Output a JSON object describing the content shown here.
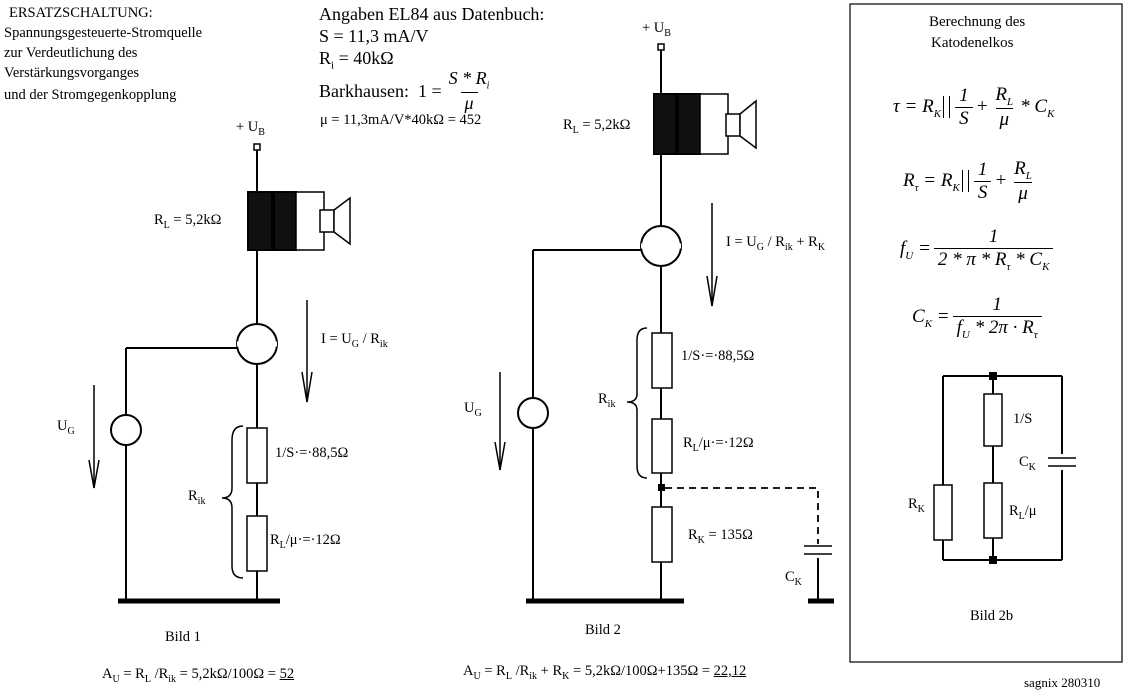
{
  "intro": {
    "title": "ERSATZSCHALTUNG:",
    "lines": [
      "Spannungsgesteuerte-Stromquelle",
      "zur Verdeutlichung des",
      "Verstärkungsvorganges",
      "und der Stromgegenkopplung"
    ]
  },
  "specs": {
    "heading": "Angaben EL84 aus Datenbuch:",
    "s_line": "S = 11,3 mA/V",
    "ri_line": "= 40kΩ",
    "barkhausen_label": "Barkhausen:",
    "barkhausen_lhs": "1 =",
    "barkhausen_num": "S * R",
    "barkhausen_den": "μ",
    "mu_line": "μ = 11,3mA/V*40kΩ = 452"
  },
  "bild1": {
    "supply": "+ U",
    "supply_sub": "B",
    "rl": "= 5,2kΩ",
    "current": "I = U",
    "current_tail": " / R",
    "ug": "U",
    "rs": "1/S·=·88,5Ω",
    "rlmu": "/μ·=·12Ω",
    "rik": "R",
    "caption": "Bild 1",
    "gain_prefix": "A",
    "gain_mid": " = R",
    "gain_mid2": " /R",
    "gain_tail": " = 5,2kΩ/100Ω = ",
    "gain_result": "52"
  },
  "bild2": {
    "supply": "+ U",
    "supply_sub": "B",
    "rl": "= 5,2kΩ",
    "current": "I = U",
    "current_tail": " / R",
    "current_tail2": " + R",
    "ug": "U",
    "rs": "1/S·=·88,5Ω",
    "rlmu": "/μ·=·12Ω",
    "rk": "= 135Ω",
    "rik": "R",
    "ck": "C",
    "caption": "Bild 2",
    "gain_prefix": "A",
    "gain_mid": " = R",
    "gain_mid2": " /R",
    "gain_mid3": " + R",
    "gain_tail": " = 5,2kΩ/100Ω+135Ω = ",
    "gain_result": "22,12"
  },
  "panel": {
    "title_l1": "Berechnung des",
    "title_l2": "Katodenelkos",
    "rs_label": "1/S",
    "rl_label": "R",
    "rl_tail": "/μ",
    "rk_label": "R",
    "ck_label": "C",
    "caption": "Bild 2b"
  },
  "signature": "sagnix 280310",
  "subs": {
    "L": "L",
    "G": "G",
    "ik": "ik",
    "K": "K",
    "i": "i",
    "U": "U",
    "tau": "τ"
  }
}
